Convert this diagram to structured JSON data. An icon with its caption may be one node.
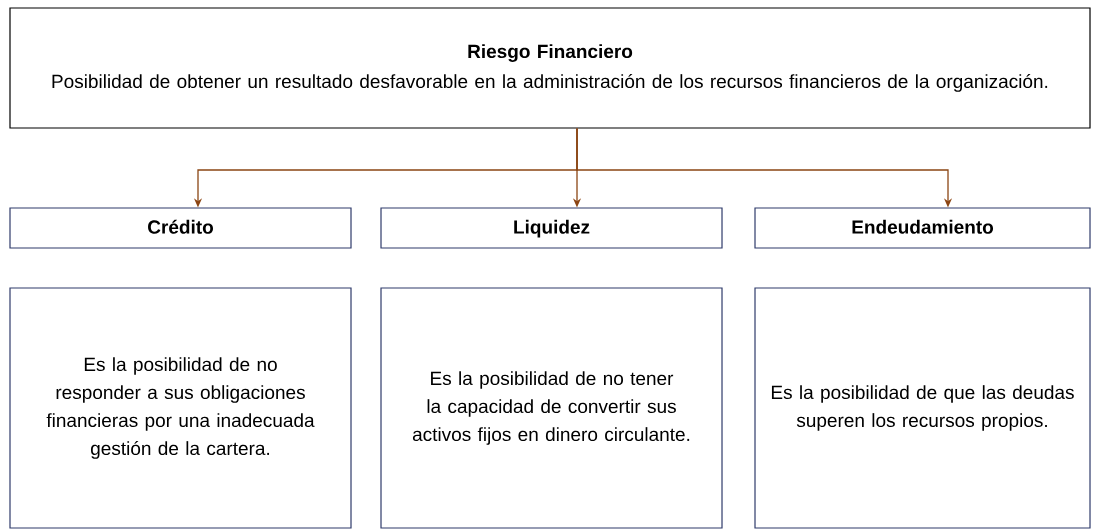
{
  "diagram": {
    "nodes": [
      {
        "text": [
          "Riesgo Financiero",
          "Posibilidad de obtener un resultado desfavorable en la administración de los recursos financieros de la organización."
        ]
      },
      {
        "text": [
          "Crédito"
        ]
      },
      {
        "text": [
          "Liquidez"
        ]
      },
      {
        "text": [
          "Endeudamiento"
        ]
      },
      {
        "text": [
          "Es la posibilidad de no responder a sus obligaciones financieras por una inadecuada gestión de la cartera."
        ]
      },
      {
        "text": [
          "Es la posibilidad de no tener la capacidad de convertir sus activos fijos en dinero circulante."
        ]
      },
      {
        "text": [
          "Es la posibilidad de que las deudas superen los recursos propios."
        ]
      }
    ],
    "edges": [
      {
        "from": 0,
        "to": 1,
        "arrow": "to"
      },
      {
        "from": 0,
        "to": 2,
        "arrow": "to"
      },
      {
        "from": 0,
        "to": 3,
        "arrow": "to"
      }
    ]
  }
}
